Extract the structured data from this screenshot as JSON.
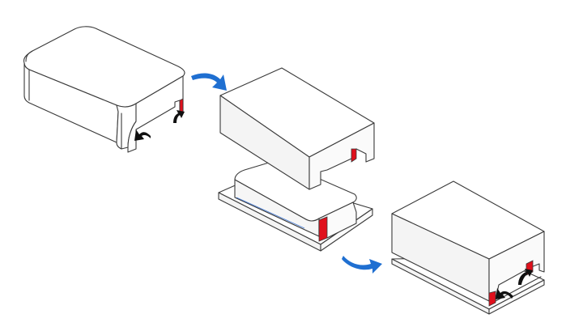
{
  "colors": {
    "background": "#ffffff",
    "outline": "#3a3a3a",
    "face_top": "#ffffff",
    "face_side": "#f4f4f4",
    "face_front": "#fafafa",
    "red_tab": "#e0101c",
    "blue_arrow": "#1f6fd1",
    "black_arrow": "#111111",
    "thin_blue_line": "#4a7fd6"
  },
  "figure": {
    "steps": [
      "step-1-cover-flex",
      "step-2-place-on-base",
      "step-3-assembled"
    ],
    "arrows": [
      "blue-arrow-step-1",
      "blue-arrow-step-2",
      "black-arrow-left",
      "black-arrow-right"
    ]
  }
}
